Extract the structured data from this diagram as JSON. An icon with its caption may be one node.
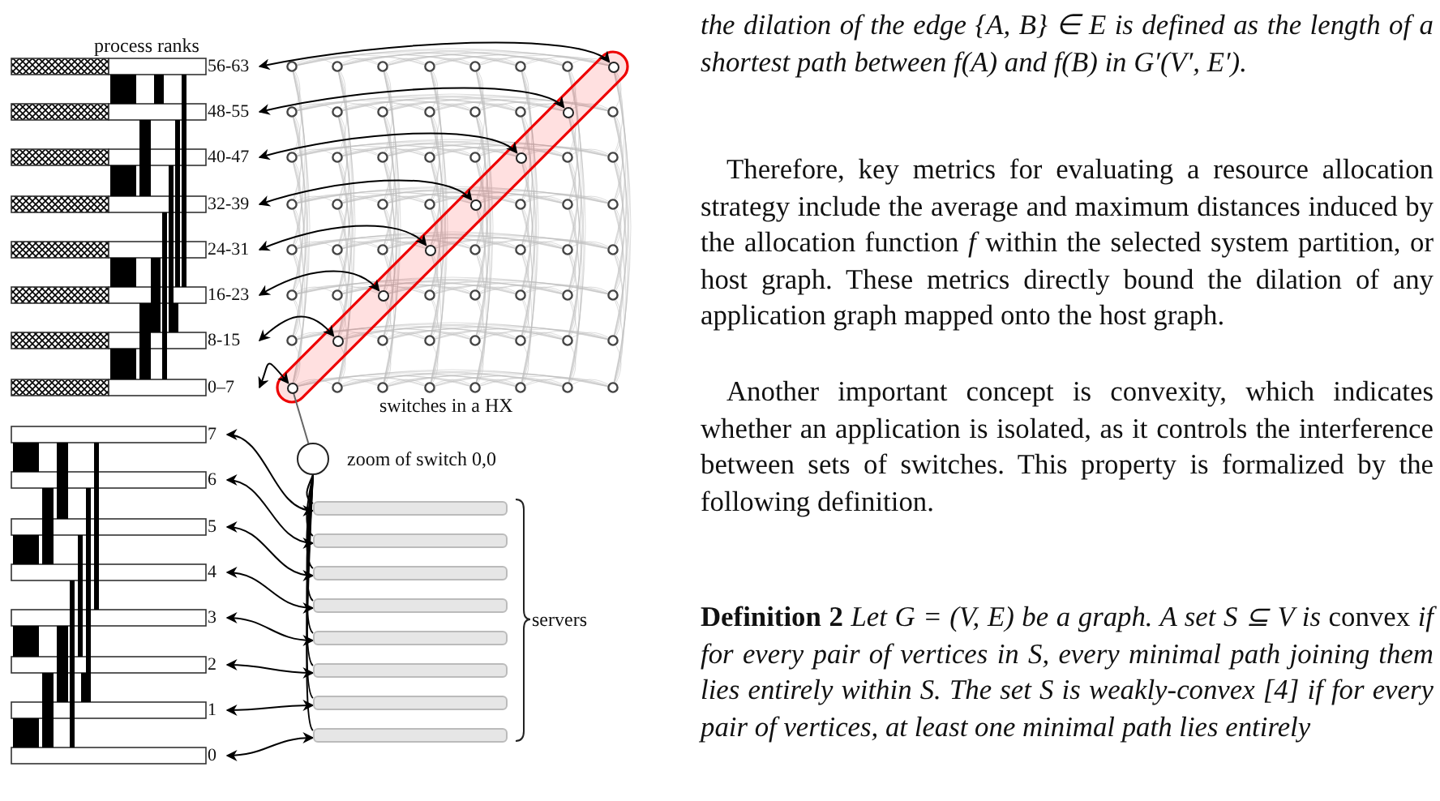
{
  "diagram": {
    "nodes": [
      {
        "text": [
          "56-63"
        ]
      },
      {
        "text": [
          "48-55"
        ]
      },
      {
        "text": [
          "40-47"
        ]
      },
      {
        "text": [
          "32-39"
        ]
      },
      {
        "text": [
          "24-31"
        ]
      },
      {
        "text": [
          "16-23"
        ]
      },
      {
        "text": [
          "8-15"
        ]
      },
      {
        "text": [
          "0–7"
        ]
      },
      {
        "text": [],
        "shape": "circle"
      },
      {
        "text": [],
        "shape": "circle"
      },
      {
        "text": [],
        "shape": "circle"
      },
      {
        "text": [],
        "shape": "circle"
      },
      {
        "text": [],
        "shape": "circle"
      },
      {
        "text": [],
        "shape": "circle"
      },
      {
        "text": [],
        "shape": "circle"
      },
      {
        "text": [],
        "shape": "circle"
      },
      {
        "text": [
          "7"
        ]
      },
      {
        "text": [
          "6"
        ]
      },
      {
        "text": [
          "5"
        ]
      },
      {
        "text": [
          "4"
        ]
      },
      {
        "text": [
          "3"
        ]
      },
      {
        "text": [
          "2"
        ]
      },
      {
        "text": [
          "1"
        ]
      },
      {
        "text": [
          "0"
        ]
      },
      {
        "text": [],
        "shape": "circle",
        "beside": [
          "zoom of switch 0,0"
        ]
      },
      {
        "text": [],
        "shape": "bar"
      },
      {
        "text": [],
        "shape": "bar"
      },
      {
        "text": [],
        "shape": "bar"
      },
      {
        "text": [],
        "shape": "bar"
      },
      {
        "text": [],
        "shape": "bar"
      },
      {
        "text": [],
        "shape": "bar"
      },
      {
        "text": [],
        "shape": "bar"
      },
      {
        "text": [],
        "shape": "bar"
      }
    ],
    "edges": [
      {
        "from": 0,
        "to": 8,
        "arrow": "both"
      },
      {
        "from": 1,
        "to": 9,
        "arrow": "both"
      },
      {
        "from": 2,
        "to": 10,
        "arrow": "both"
      },
      {
        "from": 3,
        "to": 11,
        "arrow": "both"
      },
      {
        "from": 4,
        "to": 12,
        "arrow": "both"
      },
      {
        "from": 5,
        "to": 13,
        "arrow": "both"
      },
      {
        "from": 6,
        "to": 14,
        "arrow": "both"
      },
      {
        "from": 7,
        "to": 15,
        "arrow": "both"
      },
      {
        "from": 15,
        "to": 24,
        "arrow": "none",
        "color": "#666666"
      },
      {
        "from": 16,
        "to": 25,
        "arrow": "both"
      },
      {
        "from": 17,
        "to": 26,
        "arrow": "both"
      },
      {
        "from": 18,
        "to": 27,
        "arrow": "both"
      },
      {
        "from": 19,
        "to": 28,
        "arrow": "both"
      },
      {
        "from": 20,
        "to": 29,
        "arrow": "both"
      },
      {
        "from": 21,
        "to": 30,
        "arrow": "both"
      },
      {
        "from": 22,
        "to": 31,
        "arrow": "both"
      },
      {
        "from": 23,
        "to": 32,
        "arrow": "both"
      },
      {
        "from": 24,
        "to": 25,
        "arrow": "none"
      },
      {
        "from": 24,
        "to": 26,
        "arrow": "none"
      },
      {
        "from": 24,
        "to": 27,
        "arrow": "none"
      },
      {
        "from": 24,
        "to": 28,
        "arrow": "none"
      },
      {
        "from": 24,
        "to": 29,
        "arrow": "none"
      },
      {
        "from": 24,
        "to": 30,
        "arrow": "none"
      },
      {
        "from": 24,
        "to": 31,
        "arrow": "none"
      },
      {
        "from": 24,
        "to": 32,
        "arrow": "none"
      }
    ],
    "labels": [
      "process ranks",
      "switches in a HX",
      "servers",
      "the dilation of the edge {A, B} ∈ E is defined as the length of a shortest path between f(A) and f(B) in G′(V′, E′).",
      "Therefore, key metrics for evaluating a resource allocation strategy include the average and maximum distances induced by the allocation function *f* within the selected system partition, or host graph. These metrics directly bound the dilation of any application graph mapped onto the host graph.",
      "Another important concept is convexity, which indicates whether an application is isolated, as it controls the interference between sets of switches. This property is formalized by the following definition.",
      "**Definition 2** *Let G = (V, E) be a graph. A set S ⊆ V is* convex *if for every pair of vertices in S, every minimal path joining them lies entirely within S. The set S is weakly-convex [4] if for every pair of vertices, at least one minimal path lies entirely*"
    ]
  }
}
